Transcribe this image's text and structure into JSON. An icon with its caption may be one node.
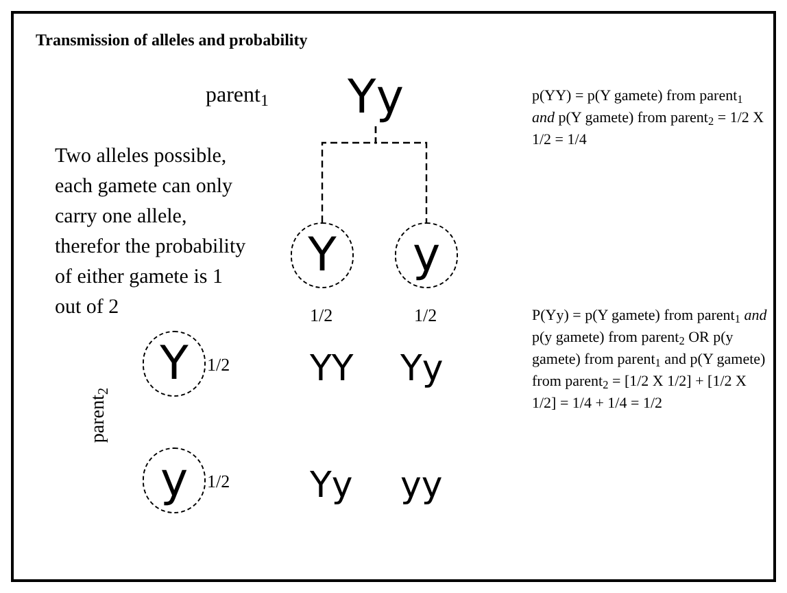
{
  "diagram": {
    "title": "Transmission of alleles and probability",
    "nodes": [
      {
        "text": [
          "Yy"
        ],
        "beside": [
          "parent$_{1}$"
        ]
      },
      {
        "text": [
          "Y"
        ],
        "beside": [
          "1/2"
        ]
      },
      {
        "text": [
          "y"
        ],
        "beside": [
          "1/2"
        ]
      },
      {
        "text": [
          "Y"
        ],
        "beside": [
          "1/2"
        ]
      },
      {
        "text": [
          "y"
        ],
        "beside": [
          "1/2"
        ]
      }
    ],
    "edges": [
      {
        "from": 0,
        "to": 1,
        "arrow": "none",
        "style": "dashed"
      },
      {
        "from": 0,
        "to": 2,
        "arrow": "none",
        "style": "dashed"
      }
    ],
    "labels": [
      "Two alleles possible, each gamete can only carry one allele, therefor the probability of either gamete is 1 out of 2",
      "p(YY) = p(Y gamete) from parent$_{1}$ *and* p(Y gamete) from parent$_{2}$ = 1/2 X 1/2 = 1/4",
      "P(Yy) = p(Y gamete) from parent$_{1}$ *and* p(y gamete) from parent$_{2}$ OR p(y gamete) from parent$_{1}$ and p(Y gamete) from parent$_{2}$ = [1/2 X 1/2] + [1/2 X 1/2] = 1/4 + 1/4 = 1/2",
      "YY",
      "Yy",
      "parent$_{2}$",
      "Yy",
      "yy"
    ]
  }
}
